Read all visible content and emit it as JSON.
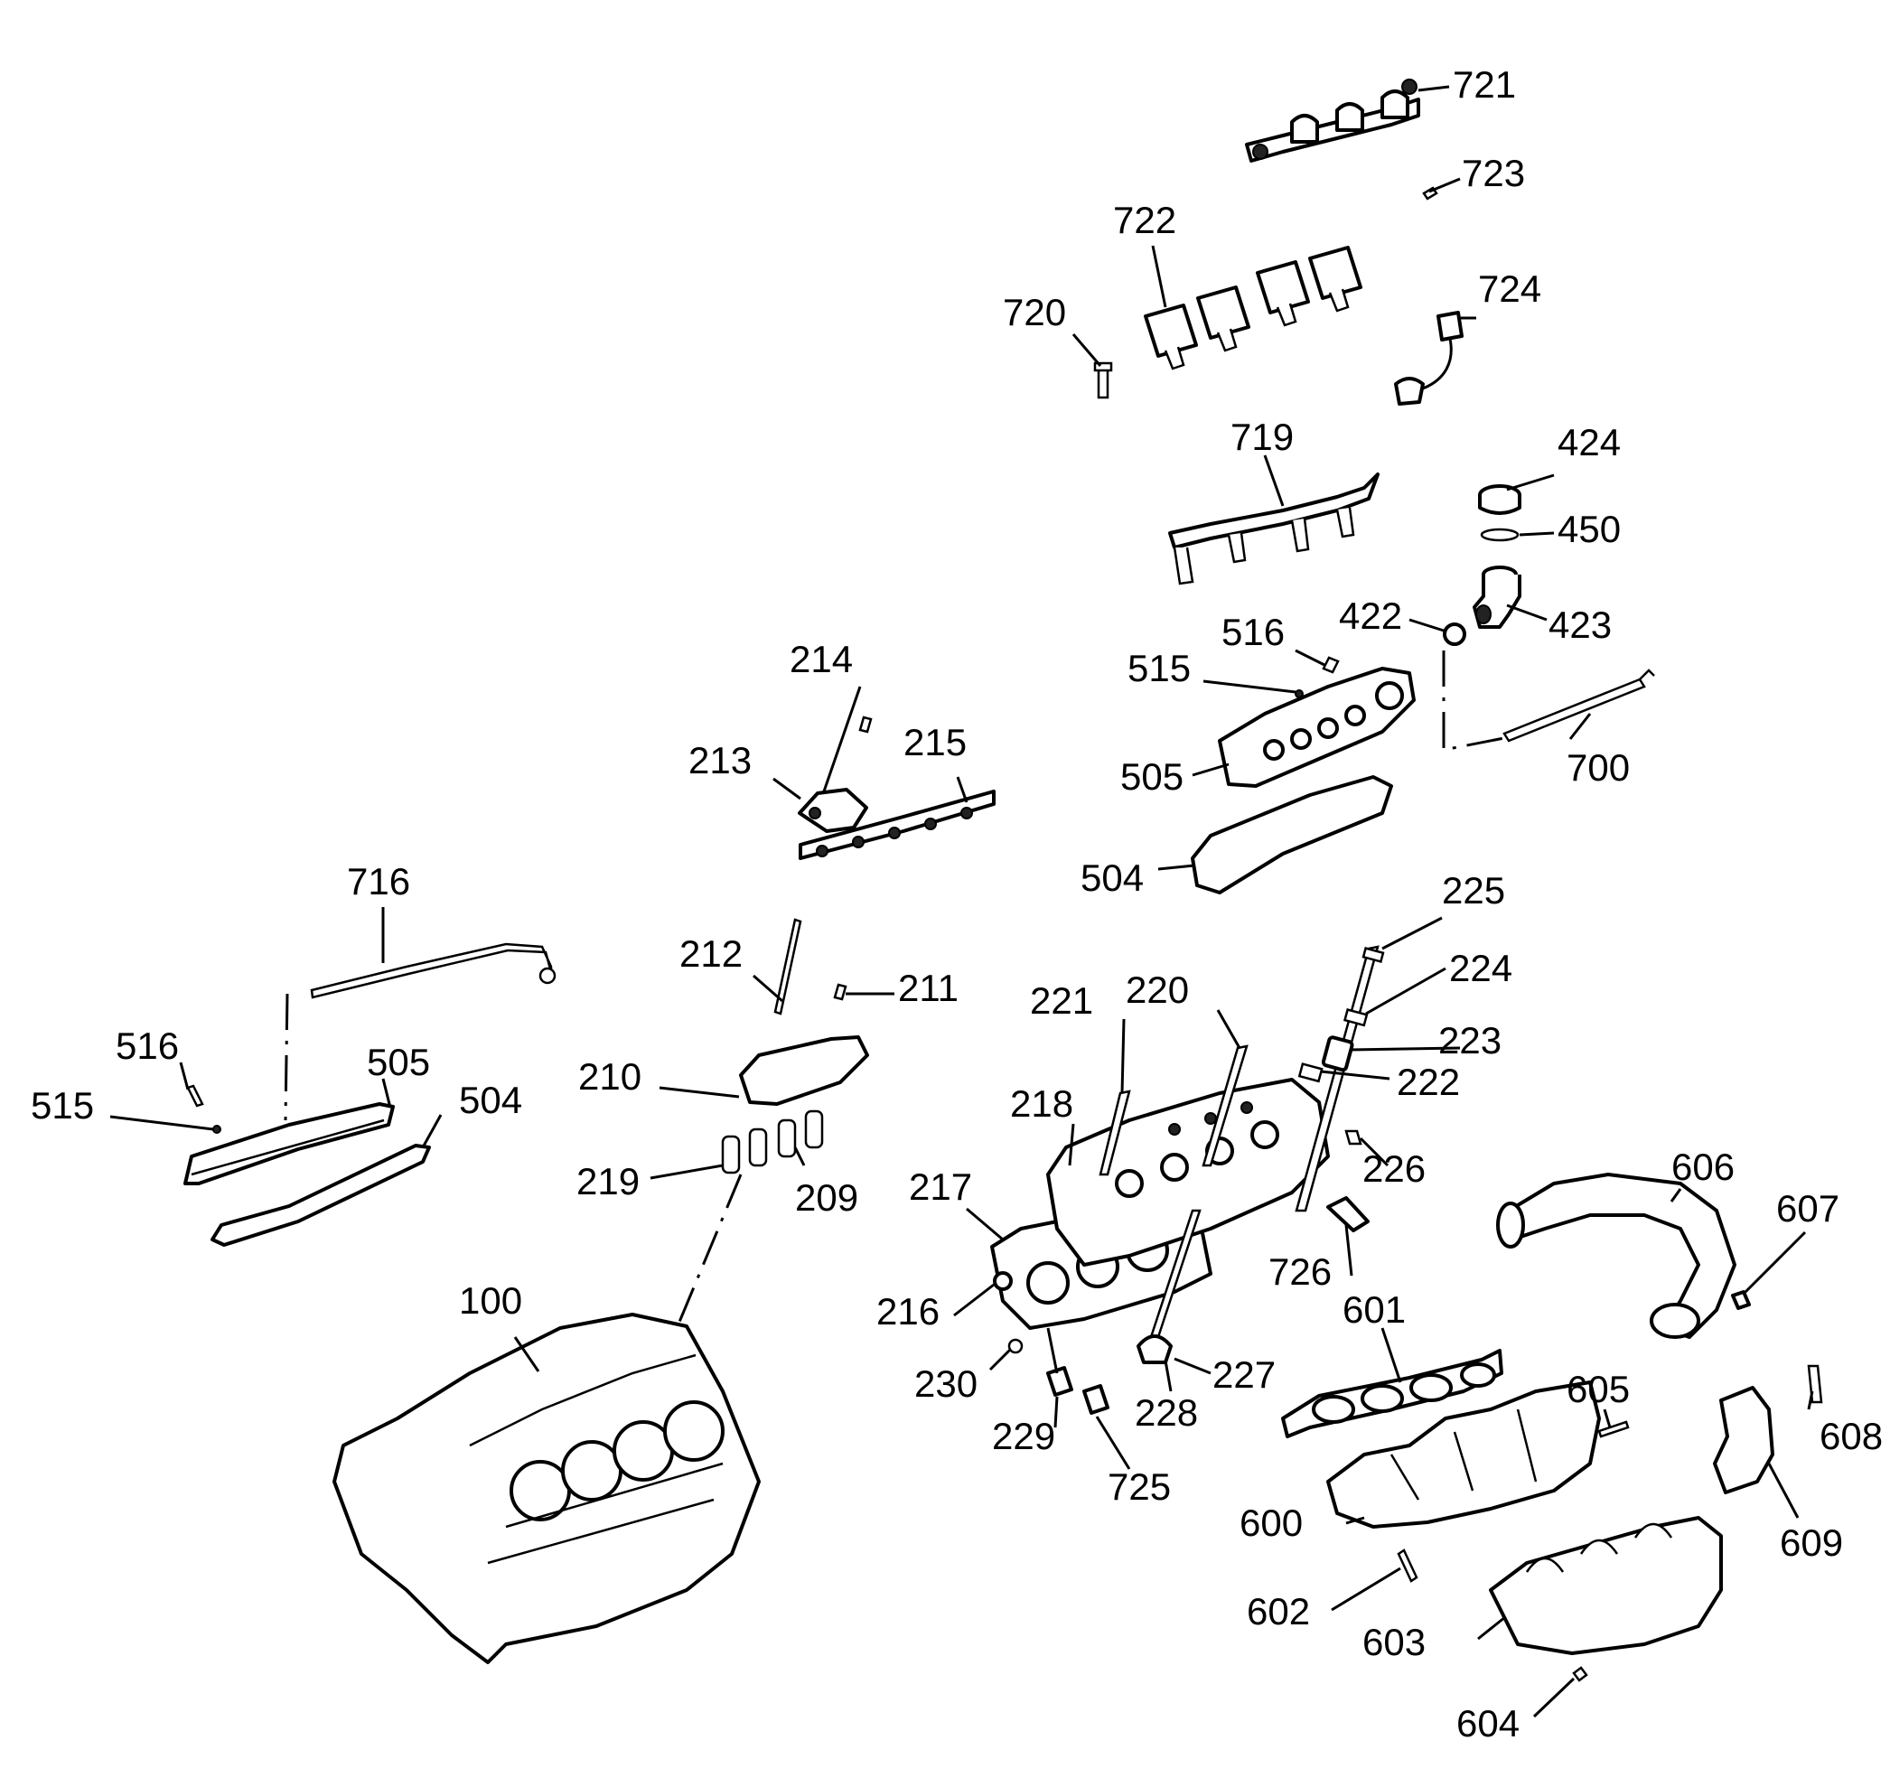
{
  "callouts": [
    {
      "id": "100",
      "label": "100"
    },
    {
      "id": "209",
      "label": "209"
    },
    {
      "id": "210",
      "label": "210"
    },
    {
      "id": "211",
      "label": "211"
    },
    {
      "id": "212",
      "label": "212"
    },
    {
      "id": "213",
      "label": "213"
    },
    {
      "id": "214",
      "label": "214"
    },
    {
      "id": "215",
      "label": "215"
    },
    {
      "id": "216",
      "label": "216"
    },
    {
      "id": "217",
      "label": "217"
    },
    {
      "id": "218",
      "label": "218"
    },
    {
      "id": "219",
      "label": "219"
    },
    {
      "id": "220",
      "label": "220"
    },
    {
      "id": "221",
      "label": "221"
    },
    {
      "id": "222",
      "label": "222"
    },
    {
      "id": "223",
      "label": "223"
    },
    {
      "id": "224",
      "label": "224"
    },
    {
      "id": "225",
      "label": "225"
    },
    {
      "id": "226",
      "label": "226"
    },
    {
      "id": "227",
      "label": "227"
    },
    {
      "id": "228",
      "label": "228"
    },
    {
      "id": "229",
      "label": "229"
    },
    {
      "id": "230",
      "label": "230"
    },
    {
      "id": "422",
      "label": "422"
    },
    {
      "id": "423",
      "label": "423"
    },
    {
      "id": "424",
      "label": "424"
    },
    {
      "id": "450",
      "label": "450"
    },
    {
      "id": "504-left",
      "label": "504"
    },
    {
      "id": "504-right",
      "label": "504"
    },
    {
      "id": "505-left",
      "label": "505"
    },
    {
      "id": "505-right",
      "label": "505"
    },
    {
      "id": "515-left",
      "label": "515"
    },
    {
      "id": "515-right",
      "label": "515"
    },
    {
      "id": "516-left",
      "label": "516"
    },
    {
      "id": "516-right",
      "label": "516"
    },
    {
      "id": "600",
      "label": "600"
    },
    {
      "id": "601",
      "label": "601"
    },
    {
      "id": "602",
      "label": "602"
    },
    {
      "id": "603",
      "label": "603"
    },
    {
      "id": "604",
      "label": "604"
    },
    {
      "id": "605",
      "label": "605"
    },
    {
      "id": "606",
      "label": "606"
    },
    {
      "id": "607",
      "label": "607"
    },
    {
      "id": "608",
      "label": "608"
    },
    {
      "id": "609",
      "label": "609"
    },
    {
      "id": "700",
      "label": "700"
    },
    {
      "id": "716",
      "label": "716"
    },
    {
      "id": "719",
      "label": "719"
    },
    {
      "id": "720",
      "label": "720"
    },
    {
      "id": "721",
      "label": "721"
    },
    {
      "id": "722",
      "label": "722"
    },
    {
      "id": "723",
      "label": "723"
    },
    {
      "id": "724",
      "label": "724"
    },
    {
      "id": "725",
      "label": "725"
    },
    {
      "id": "726",
      "label": "726"
    }
  ]
}
